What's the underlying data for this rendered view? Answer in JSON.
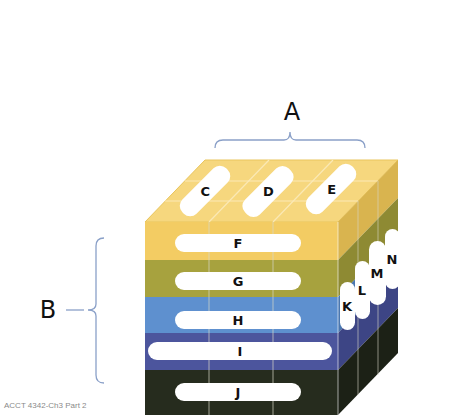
{
  "diagram": {
    "nodes": [
      {
        "text": [
          "C"
        ]
      },
      {
        "text": [
          "D"
        ]
      },
      {
        "text": [
          "E"
        ]
      },
      {
        "text": [
          "F"
        ]
      },
      {
        "text": [
          "G"
        ]
      },
      {
        "text": [
          "H"
        ]
      },
      {
        "text": [
          "I"
        ]
      },
      {
        "text": [
          "J"
        ]
      },
      {
        "text": [
          "K"
        ]
      },
      {
        "text": [
          "L"
        ]
      },
      {
        "text": [
          "M"
        ]
      },
      {
        "text": [
          "N"
        ]
      }
    ],
    "labels": [
      "A",
      "B",
      "ACCT 4342-Ch3 Part 2"
    ]
  }
}
